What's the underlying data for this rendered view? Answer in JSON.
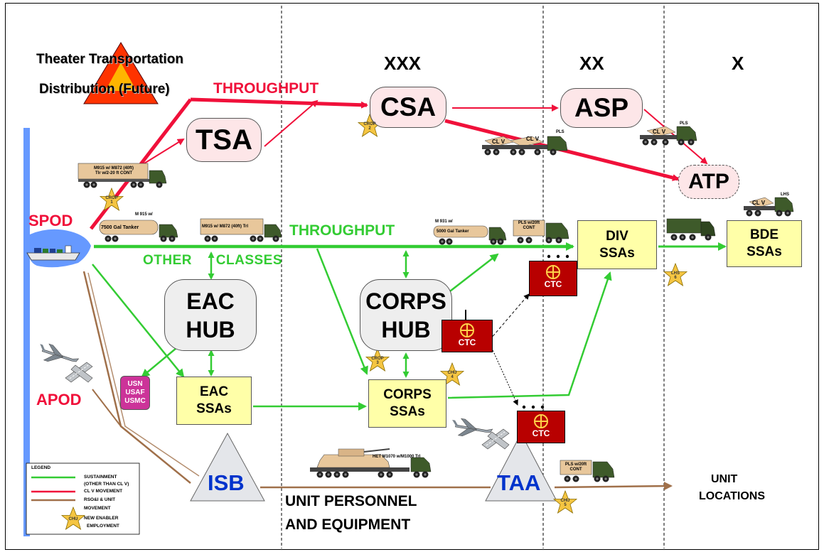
{
  "title": {
    "line1": "Theater Transportation",
    "line2": "Distribution (Future)"
  },
  "echelons": {
    "corps": "XXX",
    "division": "XX",
    "brigade": "X"
  },
  "flow_labels": {
    "throughput_red": "THROUGHPUT",
    "throughput_green": "THROUGHPUT",
    "other_classes": "OTHER CLASSES",
    "unit_personnel_1": "UNIT PERSONNEL",
    "unit_personnel_2": "AND EQUIPMENT",
    "unit_locations_1": "UNIT",
    "unit_locations_2": "LOCATIONS"
  },
  "ports": {
    "spod": "SPOD",
    "apod": "APOD"
  },
  "nodes": {
    "csa": "CSA",
    "asp": "ASP",
    "tsa": "TSA",
    "atp": "ATP",
    "div_ssas_1": "DIV",
    "div_ssas_2": "SSAs",
    "bde_ssas_1": "BDE",
    "bde_ssas_2": "SSAs",
    "eac_hub_1": "EAC",
    "eac_hub_2": "HUB",
    "corps_hub_1": "CORPS",
    "corps_hub_2": "HUB",
    "eac_ssas_1": "EAC",
    "eac_ssas_2": "SSAs",
    "corps_ssas_1": "CORPS",
    "corps_ssas_2": "SSAs",
    "isb": "ISB",
    "taa": "TAA",
    "ctc": "CTC",
    "services_1": "USN",
    "services_2": "USAF",
    "services_3": "USMC"
  },
  "vehicles": {
    "m915_m872_1": "M915 w/ M872 (40ft)",
    "m915_m872_2": "Tlr w/2-20 ft CONT",
    "m915_tanker_top": "M 915 w/",
    "m915_tanker_body": "7500 Gal Tanker",
    "m915_m872_flat": "M915 w/ M872 (40ft) Trl",
    "m931_top": "M 931 w/",
    "m931_body": "5000 Gal Tanker",
    "pls_20ft_1": "PLS w/20ft",
    "pls_20ft_2": "CONT",
    "pls": "PLS",
    "cl_v": "CL V",
    "lhs": "LHS",
    "het": "HET M1070 w/M1000 Trl"
  },
  "stars": {
    "crop1_1": "CROP",
    "crop1_2": "1",
    "crop2_1": "CROP",
    "crop2_2": "2",
    "crop3_1": "CROP",
    "crop3_2": "3",
    "chu4_1": "CHU",
    "chu4_2": "4",
    "chu5_1": "CHU",
    "chu5_2": "5",
    "lhs6_1": "LHS",
    "lhs6_2": "6"
  },
  "legend": {
    "title": "LEGEND",
    "sustainment_1": "SUSTAINMENT",
    "sustainment_2": "(OTHER THAN CL V)",
    "cl_v": "CL V  MOVEMENT",
    "rsoi_1": "RSO&I  &  UNIT",
    "rsoi_2": "MOVEMENT",
    "enabler_1": "NEW  ENABLER",
    "enabler_2": "EMPLOYMENT",
    "star_text": "CHU"
  },
  "colors": {
    "red_flow": "#f0103a",
    "green_flow": "#33cc33",
    "brown_flow": "#a0704a",
    "port_blue": "#6699ff",
    "ctc_red": "#b80000",
    "isb_blue": "#0033cc",
    "star_gold": "#f5c542"
  }
}
